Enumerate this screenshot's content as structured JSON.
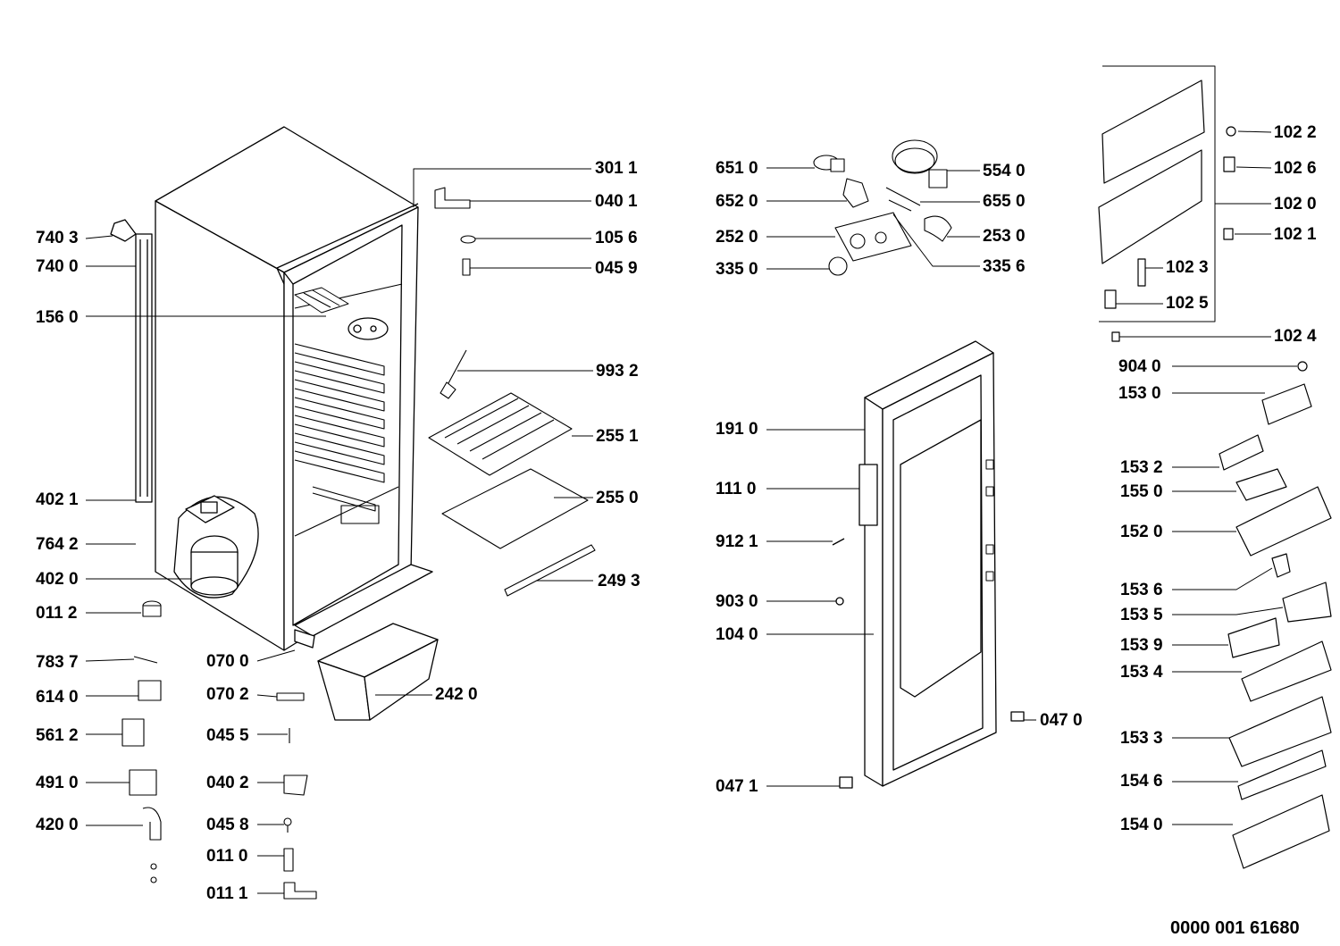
{
  "diagram": {
    "doc_number": "0000 001 61680",
    "labels": {
      "p7403": "740 3",
      "p7400": "740 0",
      "p1560": "156 0",
      "p4021": "402 1",
      "p7642": "764 2",
      "p4020": "402 0",
      "p0112": "011 2",
      "p7837": "783 7",
      "p6140": "614 0",
      "p5612": "561 2",
      "p4910": "491 0",
      "p4200": "420 0",
      "p0700": "070 0",
      "p0702": "070 2",
      "p0455": "045 5",
      "p0402": "040 2",
      "p0458": "045 8",
      "p0110": "011 0",
      "p0111": "011 1",
      "p2420": "242 0",
      "p3011": "301 1",
      "p0401": "040 1",
      "p1056": "105 6",
      "p0459": "045 9",
      "p9932": "993 2",
      "p2551": "255 1",
      "p2550": "255 0",
      "p2493": "249 3",
      "p6510": "651 0",
      "p6520": "652 0",
      "p2520": "252 0",
      "p3350": "335 0",
      "p5540": "554 0",
      "p6550": "655 0",
      "p2530": "253 0",
      "p3356": "335 6",
      "p1910": "191 0",
      "p1110": "111 0",
      "p9121": "912 1",
      "p9030": "903 0",
      "p1040": "104 0",
      "p0471": "047 1",
      "p0470": "047 0",
      "p1022": "102 2",
      "p1026": "102 6",
      "p1020": "102 0",
      "p1021": "102 1",
      "p1023": "102 3",
      "p1025": "102 5",
      "p1024": "102 4",
      "p9040": "904 0",
      "p1530": "153 0",
      "p1532": "153 2",
      "p1550": "155 0",
      "p1520": "152 0",
      "p1536": "153 6",
      "p1535": "153 5",
      "p1539": "153 9",
      "p1534": "153 4",
      "p1533": "153 3",
      "p1546": "154 6",
      "p1540": "154 0"
    }
  }
}
